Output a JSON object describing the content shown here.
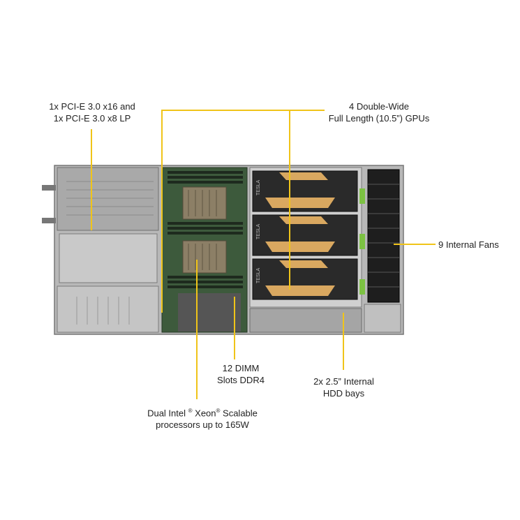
{
  "callouts": {
    "pcie": {
      "line1": "1x PCI-E 3.0 x16 and",
      "line2": "1x PCI-E 3.0 x8 LP"
    },
    "gpus": {
      "line1": "4 Double-Wide",
      "line2": "Full Length (10.5”) GPUs"
    },
    "fans": {
      "line1": "9 Internal  Fans"
    },
    "dimm": {
      "line1": "12 DIMM",
      "line2": "Slots DDR4"
    },
    "hdd": {
      "line1": "2x 2.5” Internal",
      "line2": "HDD bays"
    },
    "cpu": {
      "line1a": "Dual Intel ",
      "reg1": "®",
      "line1b": " Xeon",
      "reg2": "®",
      "line1c": " Scalable",
      "line2": "processors up to 165W"
    }
  },
  "gpu_label": "TESLA",
  "colors": {
    "callout": "#f0c419",
    "chassis": "#8c8c8c",
    "board": "#3d5a3c",
    "gpu_gold": "#d9a860"
  }
}
